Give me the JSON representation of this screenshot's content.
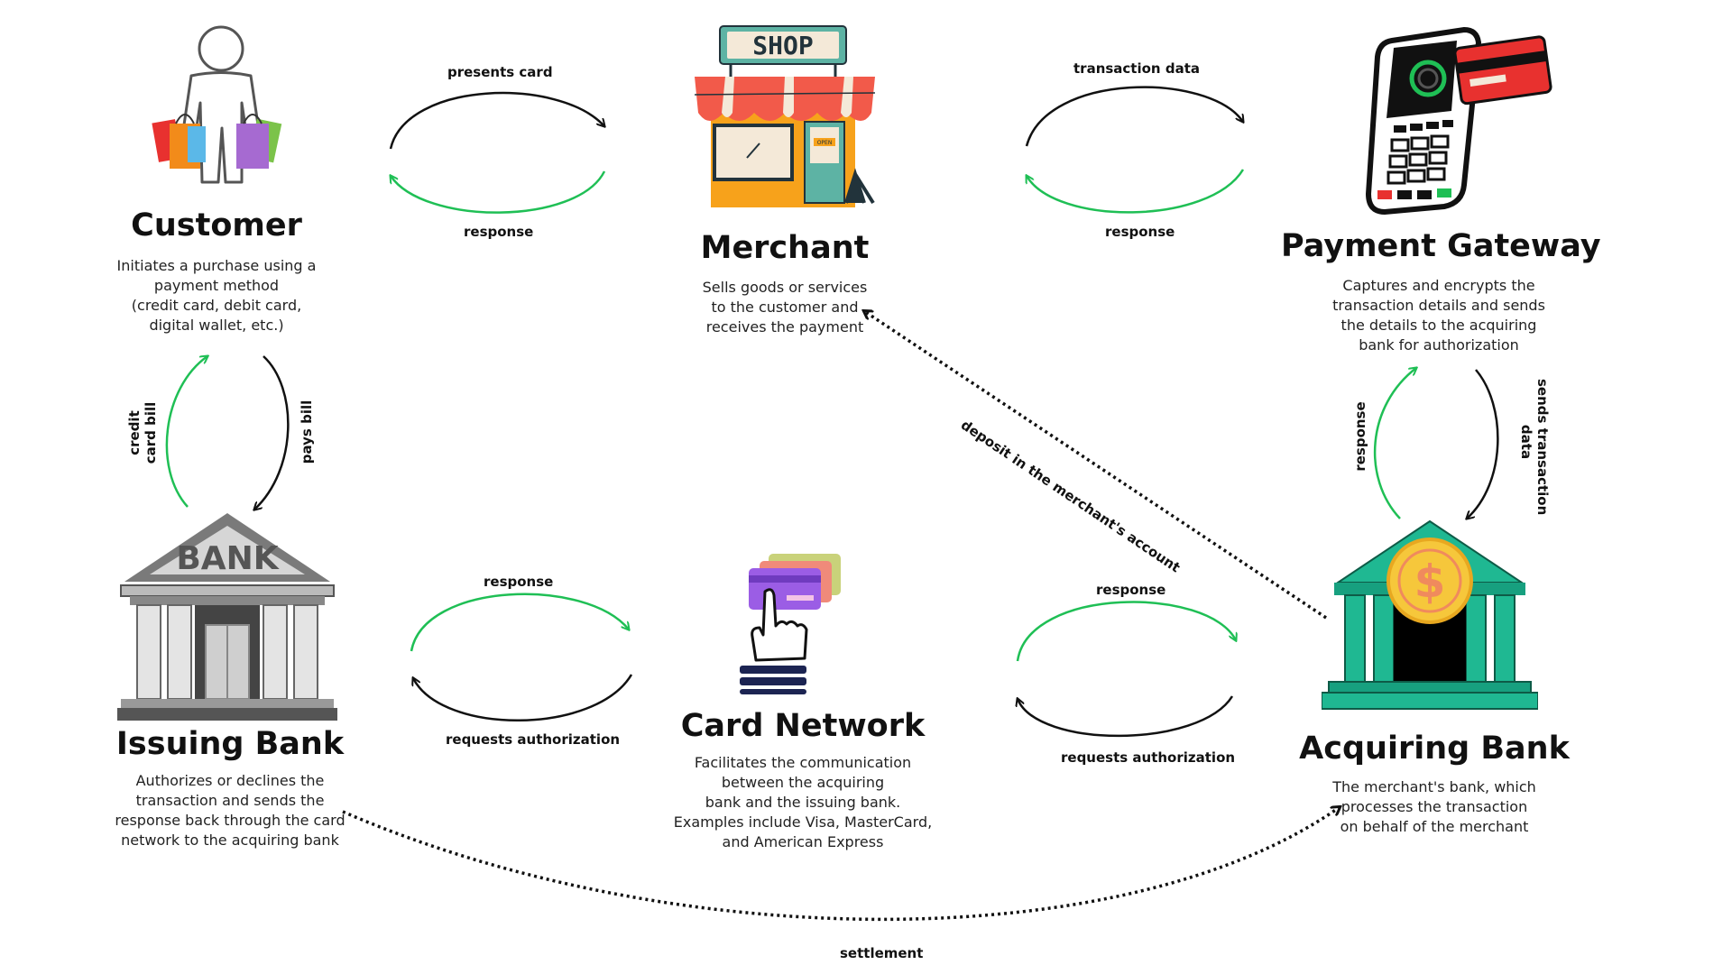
{
  "nodes": {
    "customer": {
      "icon": "shopper-with-bags-icon",
      "title": "Customer",
      "desc": [
        "Initiates a purchase using a",
        "payment method",
        "(credit card, debit card,",
        "digital wallet, etc.)"
      ]
    },
    "merchant": {
      "icon": "shop-storefront-icon",
      "title": "Merchant",
      "desc": [
        "Sells goods or services",
        "to the customer and",
        "receives the payment"
      ],
      "shop_sign": "SHOP",
      "open_sign": "OPEN"
    },
    "payment_gateway": {
      "icon": "card-terminal-icon",
      "title": "Payment Gateway",
      "desc": [
        "Captures and encrypts the",
        "transaction details and sends",
        "the details to the acquiring",
        "bank for authorization"
      ]
    },
    "issuing_bank": {
      "icon": "bank-building-icon",
      "title": "Issuing Bank",
      "desc": [
        "Authorizes or declines the",
        "transaction and sends the",
        "response back through the card",
        "network to the acquiring bank"
      ],
      "bank_sign": "BANK"
    },
    "card_network": {
      "icon": "cards-tap-hand-icon",
      "title": "Card Network",
      "desc": [
        "Facilitates the communication",
        "between the acquiring",
        "bank and the issuing bank.",
        "Examples include Visa, MasterCard,",
        "and American Express"
      ]
    },
    "acquiring_bank": {
      "icon": "dollar-bank-icon",
      "title": "Acquiring Bank",
      "desc": [
        "The merchant's bank, which",
        "processes the transaction",
        "on behalf of the merchant"
      ],
      "coin_symbol": "$"
    }
  },
  "flows": {
    "presents_card": "presents card",
    "response_customer_merchant": "response",
    "transaction_data": "transaction data",
    "response_merchant_gateway": "response",
    "credit_card_bill": [
      "credit",
      "card bill"
    ],
    "pays_bill": "pays bill",
    "response_acquirer_gateway": "response",
    "sends_transaction_data": [
      "sends transaction",
      "data"
    ],
    "response_issuer_network": "response",
    "requests_authorization_network_issuer": "requests authorization",
    "response_network_acquirer": "response",
    "requests_authorization_acquirer_network": "requests authorization",
    "deposit": "deposit in the merchant's account",
    "settlement": "settlement"
  },
  "colors": {
    "request_arrow": "#111111",
    "response_arrow": "#1fbf55",
    "dotted_arrow": "#111111",
    "shop_awning": "#f25a4a",
    "shop_body": "#f7a21b",
    "terminal_card": "#e8312f",
    "acquiring_bank": "#1fb892",
    "coin": "#f6c73b"
  }
}
